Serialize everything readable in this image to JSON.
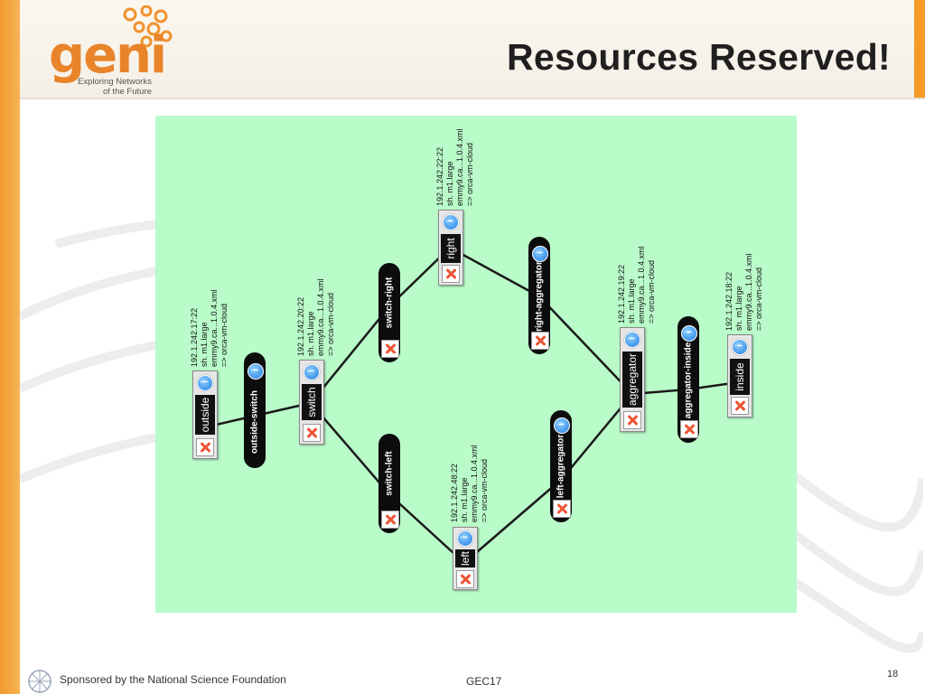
{
  "slide": {
    "title": "Resources Reserved!",
    "page_number": "18"
  },
  "logo": {
    "word": "geni",
    "tagline_1": "Exploring Networks",
    "tagline_2": "of the Future"
  },
  "footer": {
    "sponsor": "Sponsored by the National Science Foundation",
    "event": "GEC17"
  },
  "colors": {
    "accent_orange": "#f39a27",
    "canvas_green": "#b9fbc9",
    "node_dark": "#111111",
    "info_blue": "#1f7de0",
    "delete_red": "#ee5533"
  },
  "topology": {
    "nodes": [
      {
        "id": "outside",
        "label": "outside",
        "ip": "192.1.242.17:22",
        "type": "sh. m1.large",
        "image": "emmy9.ca...1.0.4.xml",
        "cloud": "=> orca-vm-cloud"
      },
      {
        "id": "switch",
        "label": "switch",
        "ip": "192.1.242.20:22",
        "type": "sh. m1.large",
        "image": "emmy9.ca...1.0.4.xml",
        "cloud": "=> orca-vm-cloud"
      },
      {
        "id": "right",
        "label": "right",
        "ip": "192.1.242.22:22",
        "type": "sh. m1.large",
        "image": "emmy9.ca...1.0.4.xml",
        "cloud": "=> orca-vm-cloud"
      },
      {
        "id": "left",
        "label": "left",
        "ip": "192.1.242.48:22",
        "type": "sh. m1.large",
        "image": "emmy9.ca...1.0.4.xml",
        "cloud": "=> orca-vm-cloud"
      },
      {
        "id": "aggregator",
        "label": "aggregator",
        "ip": "192.1.242.19:22",
        "type": "sh. m1.large",
        "image": "emmy9.ca...1.0.4.xml",
        "cloud": "=> orca-vm-cloud"
      },
      {
        "id": "inside",
        "label": "inside",
        "ip": "192.1.242.18:22",
        "type": "sh. m1.large",
        "image": "emmy9.ca...1.0.4.xml",
        "cloud": "=> orca-vm-cloud"
      }
    ],
    "links": [
      {
        "label": "outside-switch"
      },
      {
        "label": "switch-right"
      },
      {
        "label": "switch-left"
      },
      {
        "label": "right-aggregator"
      },
      {
        "label": "left-aggregator"
      },
      {
        "label": "aggregator-inside"
      }
    ]
  }
}
